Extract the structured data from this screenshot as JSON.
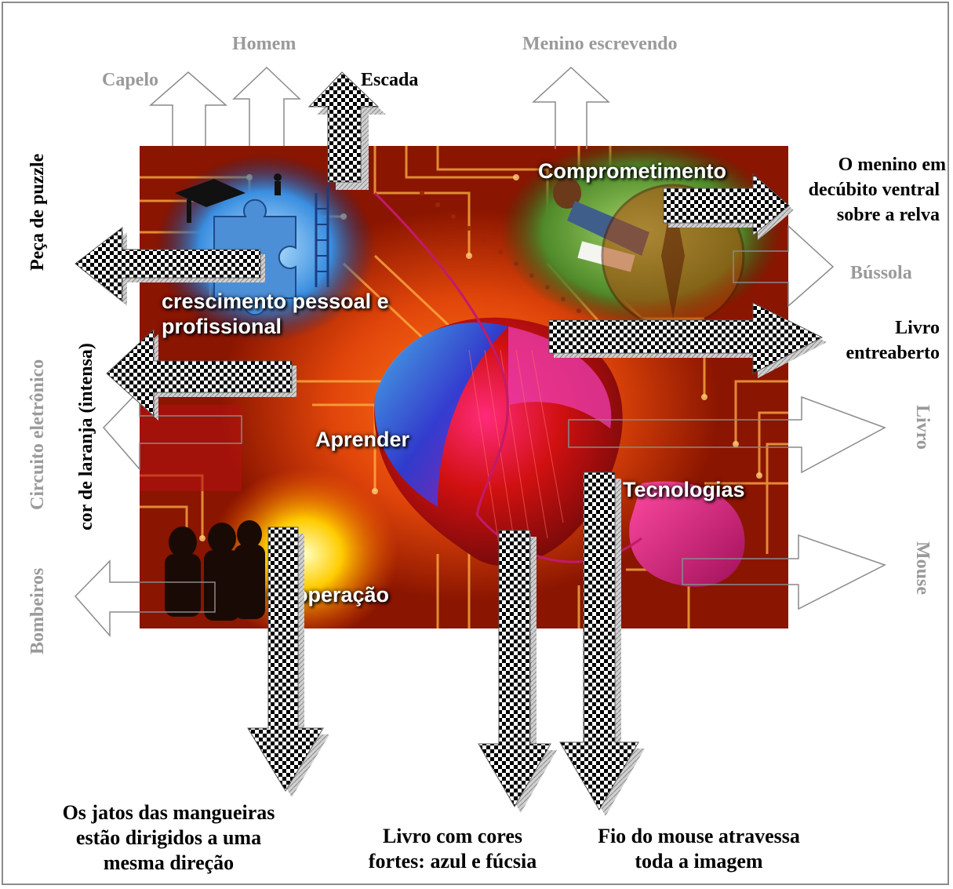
{
  "collage": {
    "texts": {
      "comprometimento": "Comprometimento",
      "crescimento_line1": "crescimento pessoal e",
      "crescimento_line2": "profissional",
      "aprender": "Aprender",
      "tecnologias": "Tecnologias",
      "cooperacao": "Cooperação"
    },
    "colors": {
      "circuit_orange": "#e0450a",
      "book_blue": "#1f4fd8",
      "book_fuchsia": "#d21a9a",
      "mouse_pink": "#d0207a"
    }
  },
  "labels": {
    "homem": "Homem",
    "menino_escrevendo": "Menino escrevendo",
    "capelo": "Capelo",
    "escada": "Escada",
    "peca_puzzle": "Peça de puzzle",
    "menino_line1": "O menino  em",
    "menino_line2": "decúbito ventral",
    "menino_line3": "sobre a relva",
    "bussola": "Bússola",
    "livro_entreaberto_line1": "Livro",
    "livro_entreaberto_line2": "entreaberto",
    "circuito": "Circuito eletrônico",
    "laranja": "cor de laranja (intensa)",
    "livro": "Livro",
    "mouse": "Mouse",
    "bombeiros": "Bombeiros",
    "jatos_line1": "Os jatos das mangueiras",
    "jatos_line2": "estão dirigidos a uma",
    "jatos_line3": "mesma direção",
    "livro_cores_line1": "Livro com cores",
    "livro_cores_line2": "fortes: azul e fúcsia",
    "fio_line1": "Fio do mouse atravessa",
    "fio_line2": "toda a imagem"
  },
  "colors": {
    "gray_label": "#9a9a9a",
    "black_label": "#000000",
    "frame": "#8c8c8c"
  }
}
